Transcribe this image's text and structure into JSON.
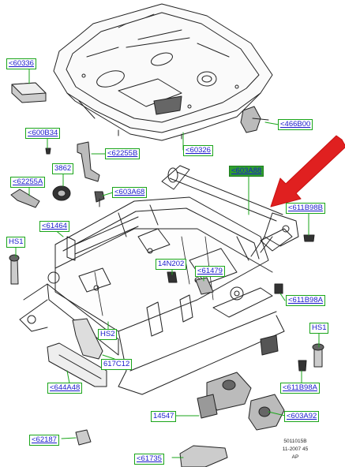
{
  "labels": {
    "l60336": "<60336",
    "l600B34": "<600B34",
    "l62255B": "<62255B",
    "l60326": "<60326",
    "l466B00": "<466B00",
    "l3862": "3862",
    "l62255A": "<62255A",
    "l603A68": "<603A68",
    "l603A88": "<603A88",
    "l611B98B": "<611B98B",
    "l61464": "<61464",
    "lHS1a": "HS1",
    "l14N202": "14N202",
    "l61479": "<61479",
    "l611B98A": "<611B98A",
    "lHS1b": "HS1",
    "lHS2": "HS2",
    "l617C12": "617C12",
    "l644A48": "<644A48",
    "l611B98A2": "<611B98A",
    "l14547": "14547",
    "l603A92": "<603A92",
    "l62187": "<62187",
    "l61735": "<61735"
  },
  "stamp": {
    "line1": "5011015B",
    "line2": "11-2007 45",
    "line3": "AP"
  },
  "colors": {
    "label_border": "#1aa51a",
    "label_text": "#1a1acc",
    "highlight_fill": "#2e9e2e",
    "arrow": "#e02020",
    "line_art": "#222222"
  }
}
